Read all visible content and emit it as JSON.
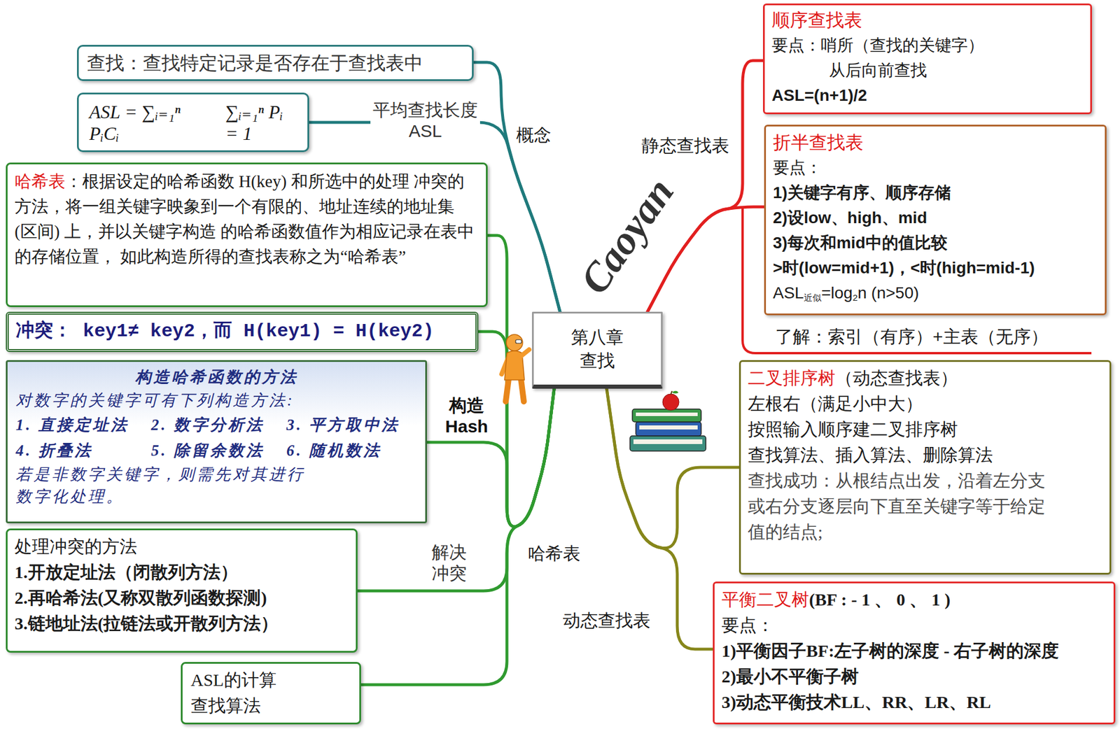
{
  "diagram": {
    "nodes": [
      {
        "text": [
          "第八章 查找"
        ]
      },
      {
        "text": [
          "查找：查找特定记录是否存在于查找表中"
        ]
      },
      {
        "text": [
          "ASL = ∑ᵢ₌₁ⁿ PᵢCᵢ",
          "∑ᵢ₌₁ⁿ Pᵢ = 1"
        ]
      },
      {
        "text": [
          "哈希表",
          "：根据设定的哈希函数 H(key) 和所选中的处理 冲突的方法，将一组关键字映象到一个有限的、地址连续的地址集 (区间) 上，并以关键字构造 的哈希函数值作为相应记录在表中的存储位置， 如此构造所得的查找表称之为“哈希表”"
        ]
      },
      {
        "text": [
          "冲突： key1≠ key2，而 H(key1) = H(key2)"
        ]
      },
      {
        "text": [
          "构造哈希函数的方法",
          "对数字的关键字可有下列构造方法:",
          "1. 直接定址法",
          "2. 数字分析法",
          "3. 平方取中法",
          "4. 折叠法",
          "5. 除留余数法",
          "6. 随机数法",
          "若是非数字关键字，则需先对其进行 数字化处理。"
        ]
      },
      {
        "text": [
          "处理冲突的方法",
          "1.开放定址法（闭散列方法）",
          "2.再哈希法(又称双散列函数探测)",
          "3.链地址法(拉链法或开散列方法）"
        ]
      },
      {
        "text": [
          "ASL的计算",
          "查找算法"
        ]
      },
      {
        "text": [
          "顺序查找表",
          "要点：哨所（查找的关键字）",
          "从后向前查找",
          "ASL=(n+1)/2"
        ]
      },
      {
        "text": [
          "折半查找表",
          "要点：",
          "1)关键字有序、顺序存储",
          "2)设low、high、mid",
          "3)每次和mid中的值比较",
          ">时(low=mid+1)，<时(high=mid-1)",
          "ASL",
          "近似",
          "=log",
          "2",
          "n (n>50)"
        ]
      },
      {
        "text": [
          "二叉排序树",
          "（动态查找表）",
          "左根右（满足小中大）",
          "按照输入顺序建二叉排序树",
          "查找算法、插入算法、删除算法",
          "查找成功：从根结点出发，沿着左分支或右分支逐层向下直至关键字等于给定值的结点;"
        ]
      },
      {
        "text": [
          "平衡二叉树",
          "(BF : - 1 、 0 、 1 )",
          "要点：",
          "1)平衡因子BF:左子树的深度 - 右子树的深度",
          "2)最小不平衡子树",
          "3)动态平衡技术LL、RR、LR、RL"
        ]
      }
    ],
    "edges": [
      {
        "from": 0,
        "to": 1,
        "arrow": "none"
      },
      {
        "from": 0,
        "to": 2,
        "label": "平均查找长度 ASL",
        "arrow": "none"
      },
      {
        "from": 0,
        "to": 3,
        "arrow": "none"
      },
      {
        "from": 0,
        "to": 4,
        "arrow": "none"
      },
      {
        "from": 0,
        "to": 5,
        "label": "构造 Hash",
        "arrow": "none"
      },
      {
        "from": 0,
        "to": 6,
        "label": "解决 冲突",
        "arrow": "none"
      },
      {
        "from": 0,
        "to": 7,
        "arrow": "none"
      },
      {
        "from": 0,
        "to": 8,
        "arrow": "none"
      },
      {
        "from": 0,
        "to": 9,
        "arrow": "none"
      },
      {
        "from": 0,
        "to": 10,
        "arrow": "none"
      },
      {
        "from": 0,
        "to": 11,
        "arrow": "none"
      }
    ],
    "labels": [
      "概念",
      "哈希表",
      "静态查找表",
      "动态查找表",
      "了解：索引（有序）+主表（无序）",
      "Caoyan"
    ]
  }
}
